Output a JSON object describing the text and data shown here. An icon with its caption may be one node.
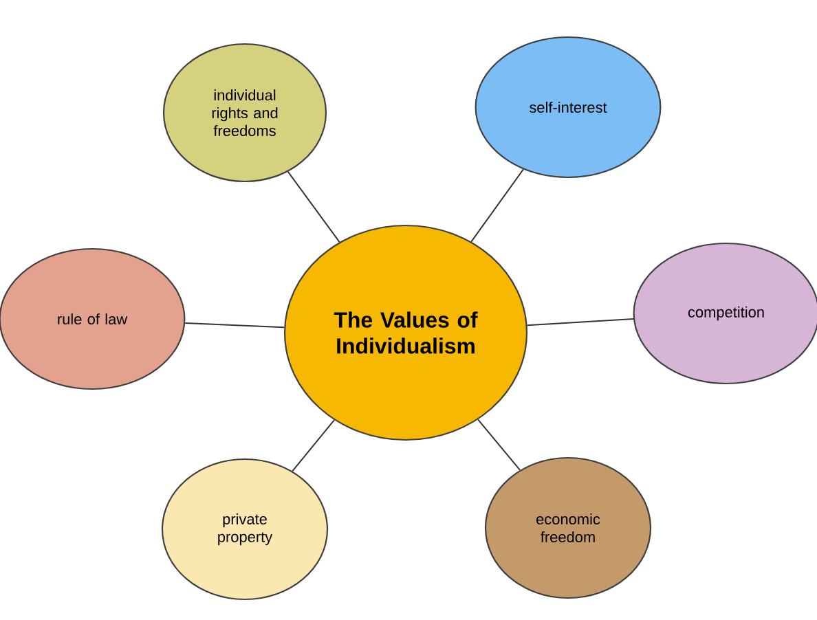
{
  "diagram": {
    "nodes": [
      {
        "text": [
          "individual rights and freedoms"
        ]
      },
      {
        "text": [
          "self-interest"
        ]
      },
      {
        "text": [
          "rule of law"
        ]
      },
      {
        "text": [
          "The Values of Individualism"
        ]
      },
      {
        "text": [
          "competition"
        ]
      },
      {
        "text": [
          "private property"
        ]
      },
      {
        "text": [
          "economic freedom"
        ]
      }
    ],
    "edges": [
      {
        "from": 3,
        "to": 0,
        "arrow": "none"
      },
      {
        "from": 3,
        "to": 1,
        "arrow": "none"
      },
      {
        "from": 3,
        "to": 2,
        "arrow": "none"
      },
      {
        "from": 3,
        "to": 4,
        "arrow": "none"
      },
      {
        "from": 3,
        "to": 5,
        "arrow": "none"
      },
      {
        "from": 3,
        "to": 6,
        "arrow": "none"
      }
    ]
  }
}
